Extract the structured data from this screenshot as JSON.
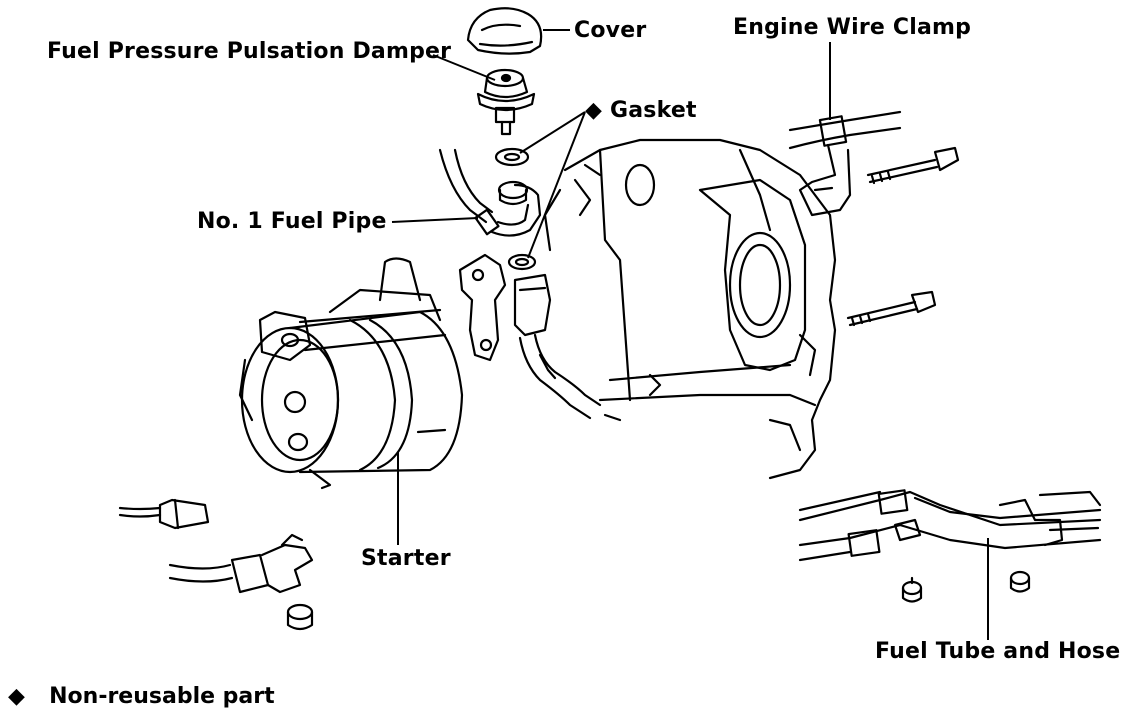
{
  "labels": {
    "cover": "Cover",
    "damper": "Fuel Pressure Pulsation Damper",
    "gasket": "Gasket",
    "engine_wire_clamp": "Engine Wire Clamp",
    "fuel_pipe": "No. 1 Fuel Pipe",
    "starter": "Starter",
    "fuel_tube": "Fuel Tube and Hose"
  },
  "legend": {
    "symbol": "◆",
    "text": "Non-reusable part"
  },
  "icons": {
    "nonreusable_marker": "diamond-icon"
  }
}
